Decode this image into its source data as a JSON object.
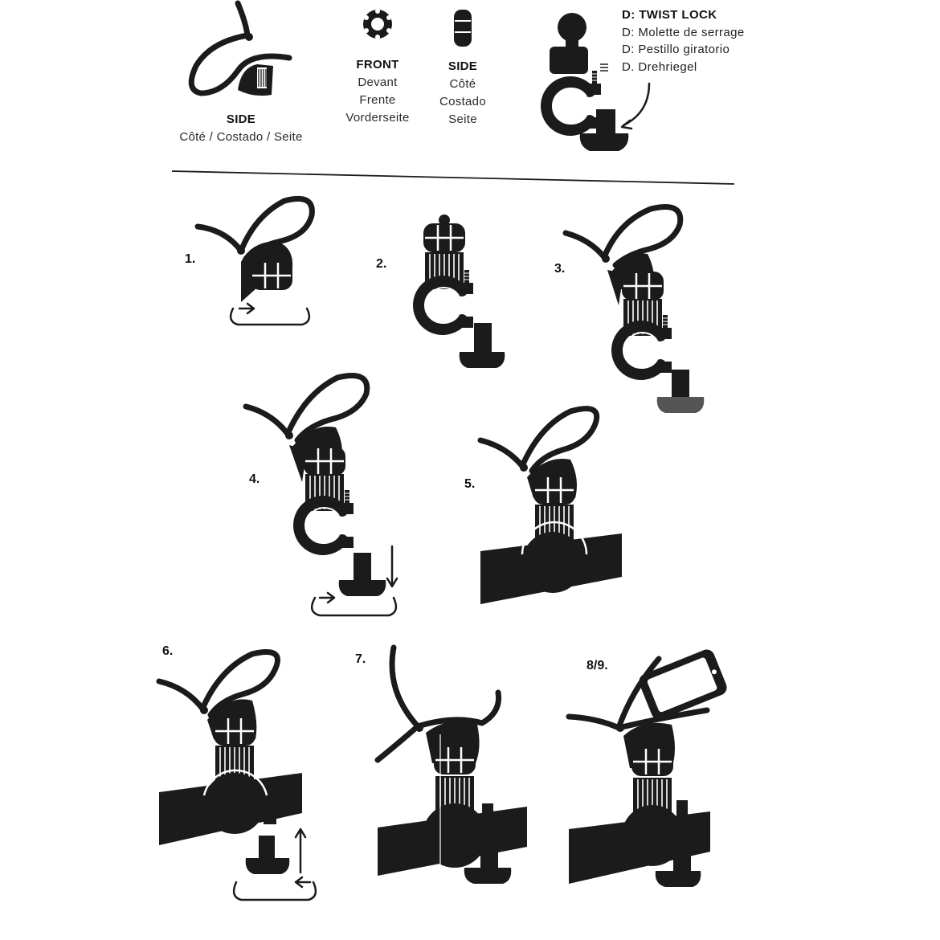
{
  "header": {
    "side_view": {
      "title": "SIDE",
      "subtitle": "Côté / Costado / Seite"
    },
    "front_view": {
      "title": "FRONT",
      "lines": [
        "Devant",
        "Frente",
        "Vorderseite"
      ]
    },
    "side_view_small": {
      "title": "SIDE",
      "lines": [
        "Côté",
        "Costado",
        "Seite"
      ]
    },
    "twist_lock": {
      "title": "D: TWIST LOCK",
      "lines": [
        "D: Molette de serrage",
        "D: Pestillo giratorio",
        "D. Drehriegel"
      ]
    }
  },
  "steps": [
    "1.",
    "2.",
    "3.",
    "4.",
    "5.",
    "6.",
    "7.",
    "8/9."
  ],
  "colors": {
    "ink": "#1b1b1b",
    "paper": "#ffffff"
  }
}
